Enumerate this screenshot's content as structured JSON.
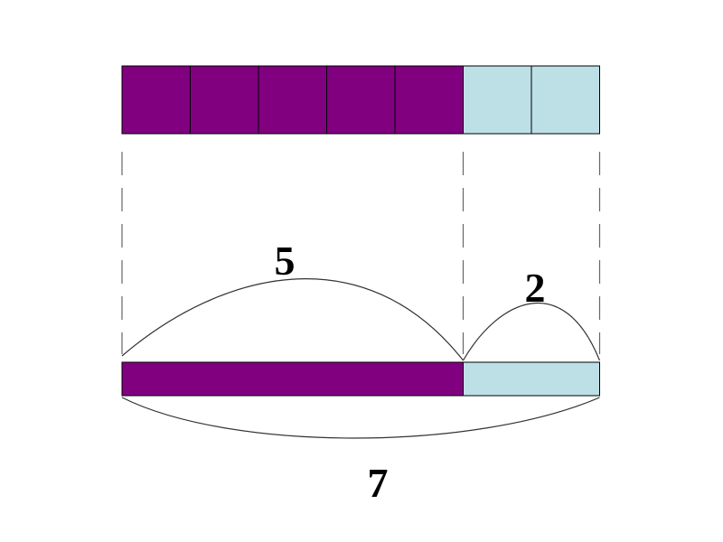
{
  "diagram": {
    "top_bar": {
      "units": [
        {
          "group": "part_a"
        },
        {
          "group": "part_a"
        },
        {
          "group": "part_a"
        },
        {
          "group": "part_a"
        },
        {
          "group": "part_a"
        },
        {
          "group": "part_b"
        },
        {
          "group": "part_b"
        }
      ]
    },
    "bottom_bar": {
      "segments": [
        {
          "group": "part_a",
          "units": 5
        },
        {
          "group": "part_b",
          "units": 2
        }
      ]
    },
    "labels": {
      "part_a": "5",
      "part_b": "2",
      "total": "7"
    },
    "colors": {
      "part_a": "#800080",
      "part_b": "#bce0e6",
      "outline": "#000000",
      "dashed_guides": "#666666",
      "braces": "#333333"
    }
  }
}
